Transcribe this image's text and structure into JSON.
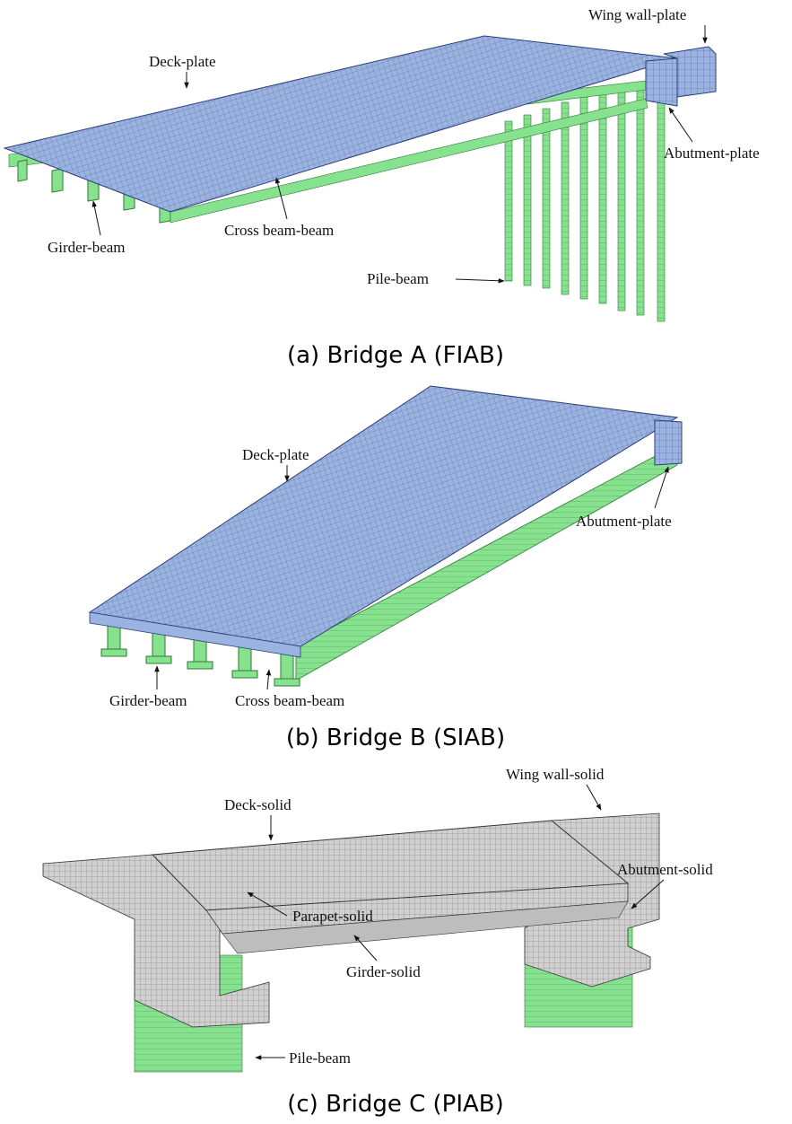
{
  "panels": [
    {
      "caption": "(a) Bridge A (FIAB)",
      "labels": {
        "deck": "Deck-plate",
        "wing_wall": "Wing wall-plate",
        "abutment": "Abutment-plate",
        "girder": "Girder-beam",
        "cross_beam": "Cross beam-beam",
        "pile": "Pile-beam"
      }
    },
    {
      "caption": "(b) Bridge B (SIAB)",
      "labels": {
        "deck": "Deck-plate",
        "abutment": "Abutment-plate",
        "girder": "Girder-beam",
        "cross_beam": "Cross beam-beam"
      }
    },
    {
      "caption": "(c) Bridge C (PIAB)",
      "labels": {
        "wing_wall": "Wing wall-solid",
        "deck": "Deck-solid",
        "abutment": "Abutment-solid",
        "girder": "Girder-solid",
        "parapet": "Parapet-solid",
        "pile": "Pile-beam"
      }
    }
  ],
  "colors": {
    "plate_mesh": "#9ab3e0",
    "beam_elements": "#86e28f",
    "solid_mesh": "#c8c8c8",
    "mesh_line": "#2d3d7a"
  }
}
